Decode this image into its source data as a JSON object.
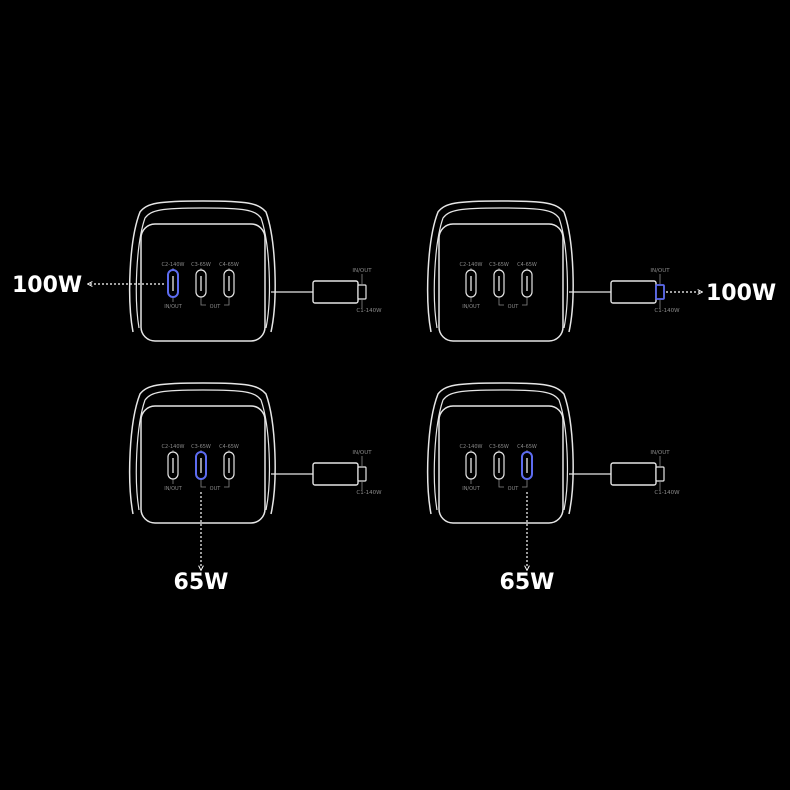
{
  "port_labels": {
    "c2": "C2-140W",
    "c3": "C3-65W",
    "c4": "C4-65W",
    "in_out": "IN/OUT",
    "out": "OUT"
  },
  "cable_labels": {
    "in_out": "IN/OUT",
    "c1": "C1-140W"
  },
  "highlight_color": "#5d6cf0",
  "outline_color": "#e6e6e6",
  "panels": [
    {
      "name": "top-left",
      "active_port": "c2",
      "watt": "100W"
    },
    {
      "name": "top-right",
      "active_port": "c1",
      "watt": "100W"
    },
    {
      "name": "bottom-left",
      "active_port": "c3",
      "watt": "65W"
    },
    {
      "name": "bottom-right",
      "active_port": "c4",
      "watt": "65W"
    }
  ]
}
